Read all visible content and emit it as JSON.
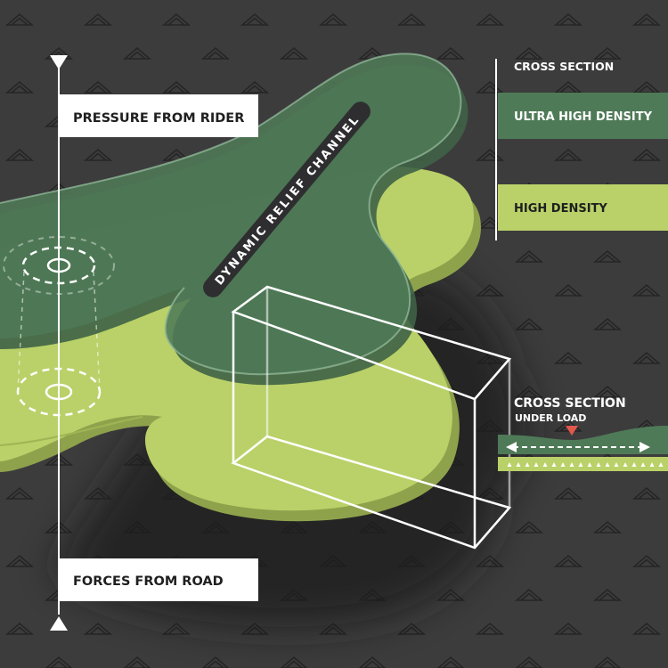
{
  "labels": {
    "pressure": "PRESSURE FROM RIDER",
    "forces": "FORCES FROM ROAD",
    "channel": "DYNAMIC RELIEF CHANNEL",
    "legend_title": "CROSS SECTION",
    "ultra": "ULTRA HIGH DENSITY",
    "high": "HIGH DENSITY",
    "load_title": "CROSS SECTION",
    "load_sub": "UNDER LOAD"
  },
  "colors": {
    "background": "#3c3c3d",
    "pattern": "#2b2b2c",
    "ultra_high_density": "#4f7a57",
    "high_density": "#b9d168",
    "label_box": "#ffffff",
    "label_text": "#1f1f1f",
    "pressure_marker": "#e2574c"
  },
  "icons": {
    "background": "triangle-pattern-icon",
    "top_arrow": "triangle-down-icon",
    "bottom_arrow": "triangle-up-icon",
    "pressure_marker": "triangle-down-icon",
    "spread_arrow": "double-arrow-icon"
  }
}
